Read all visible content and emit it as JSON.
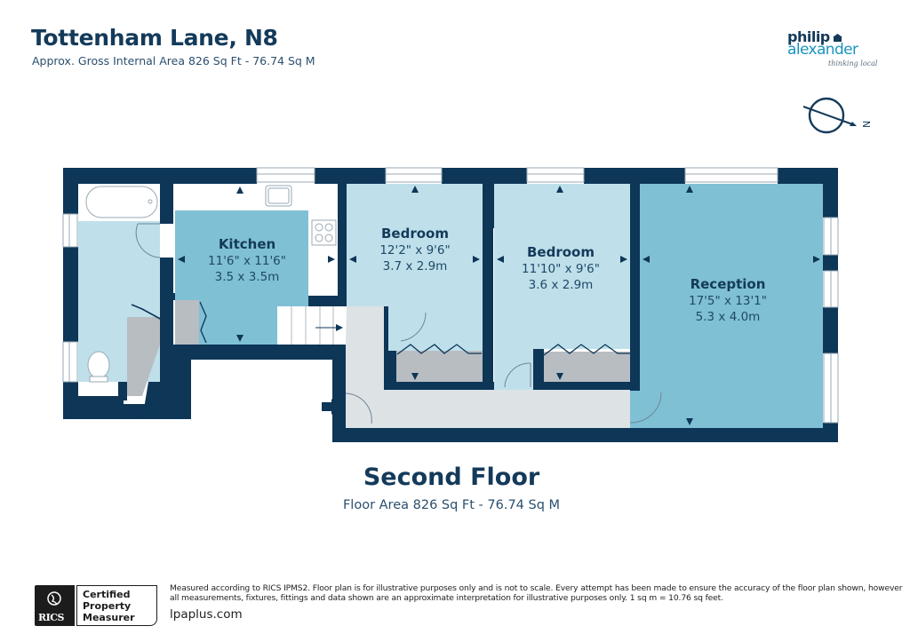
{
  "header": {
    "title": "Tottenham Lane, N8",
    "subtitle": "Approx. Gross Internal Area 826 Sq Ft - 76.74 Sq M"
  },
  "logo": {
    "line1": "philip",
    "line2": "alexander",
    "tagline": "thinking local"
  },
  "compass": {
    "icon": "north-arrow-icon",
    "label": "N"
  },
  "rooms": [
    {
      "name": "Kitchen",
      "dim_imperial": "11'6\" x 11'6\"",
      "dim_metric": "3.5 x 3.5m"
    },
    {
      "name": "Bedroom",
      "dim_imperial": "12'2\" x 9'6\"",
      "dim_metric": "3.7 x 2.9m"
    },
    {
      "name": "Bedroom",
      "dim_imperial": "11'10\" x 9'6\"",
      "dim_metric": "3.6 x 2.9m"
    },
    {
      "name": "Reception",
      "dim_imperial": "17'5\" x 13'1\"",
      "dim_metric": "5.3 x 4.0m"
    }
  ],
  "floor": {
    "title": "Second Floor",
    "area": "Floor Area 826 Sq Ft - 76.74 Sq M"
  },
  "colors": {
    "wall": "#0d3657",
    "room_light": "#bfe0ea",
    "room_mid": "#7fc0d5",
    "storage": "#b8bdc2",
    "hall": "#dde2e5",
    "text": "#143a5a",
    "brand_blue": "#1a95bf"
  },
  "footer": {
    "rics_label": "RICS",
    "cert_lines": [
      "Certified",
      "Property",
      "Measurer"
    ],
    "disclaimer": "Measured according to RICS IPMS2. Floor plan is for illustrative purposes only and is not to scale. Every attempt has been made to ensure the accuracy of the floor plan shown, however all measurements, fixtures, fittings and data shown are an approximate interpretation for illustrative purposes only. 1 sq m = 10.76 sq feet.",
    "website": "lpaplus.com"
  }
}
